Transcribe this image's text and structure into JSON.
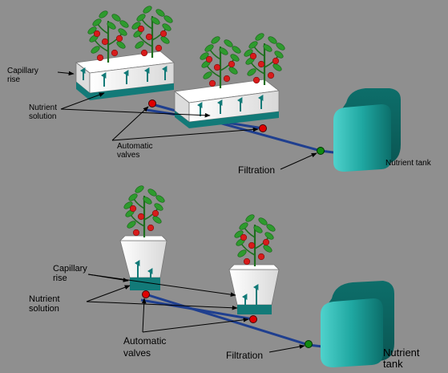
{
  "top_panel": {
    "capillary_rise": "Capillary\nrise",
    "nutrient_solution": "Nutrient\nsolution",
    "automatic_valves": "Automatic\nvalves",
    "filtration": "Filtration",
    "nutrient_tank": "Nutrient tank"
  },
  "bottom_panel": {
    "capillary_rise": "Capillary\nrise",
    "nutrient_solution": "Nutrient\nsolution",
    "automatic_valves": "Automatic\nvalves",
    "filtration": "Filtration",
    "nutrient_tank": "Nutrient\ntank"
  },
  "colors": {
    "background": "#8f8f8f",
    "pipe": "#1f3f8f",
    "tank": "#1f9f9a",
    "valve": "#e00000",
    "filter": "#118a11",
    "container": "#f0f0f0",
    "container_base": "#127a78",
    "arrow": "#127a78",
    "leaf": "#2e9a2e",
    "tomato": "#d81b1b"
  }
}
